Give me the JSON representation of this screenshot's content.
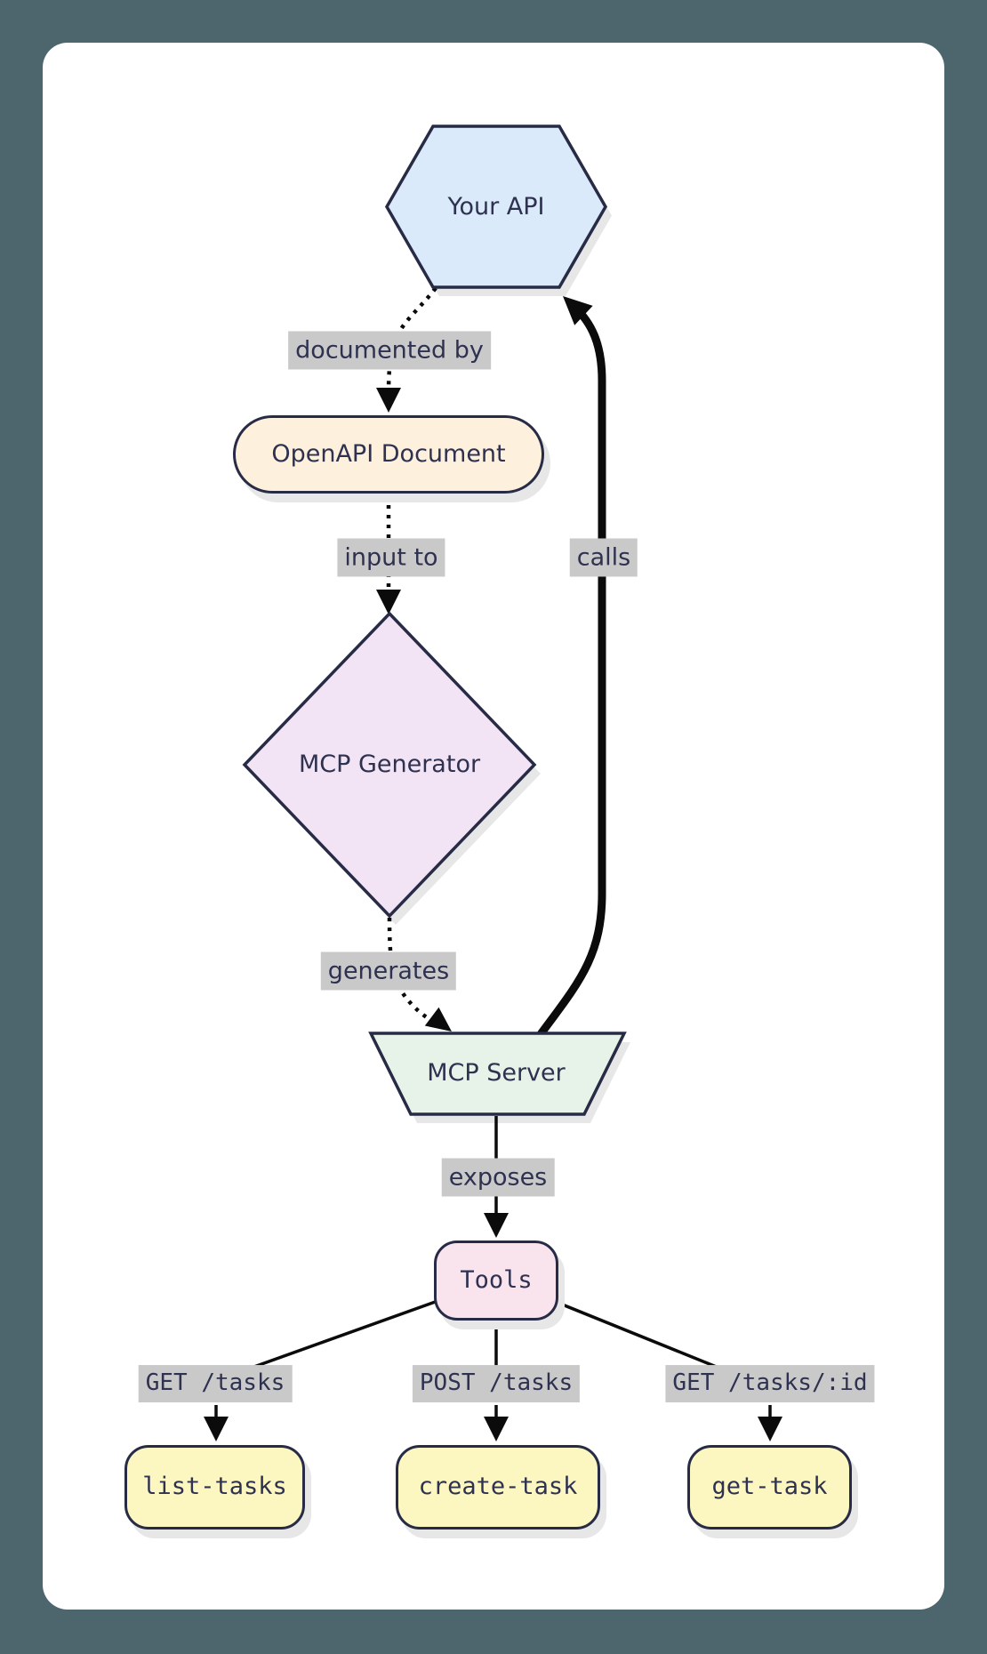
{
  "canvas": {
    "background": "#4d666d",
    "card_background": "#ffffff"
  },
  "palette": {
    "node_border": "#272b45",
    "node_text": "#2e3150",
    "edge_stroke": "#0b0b0b",
    "edge_label_bg": "#c9c9c9",
    "shadow": "#e7e7e7"
  },
  "nodes": {
    "your_api": {
      "label": "Your API",
      "shape": "hexagon",
      "fill": "#daeafa"
    },
    "openapi_document": {
      "label": "OpenAPI Document",
      "shape": "stadium",
      "fill": "#fdf0dc"
    },
    "mcp_generator": {
      "label": "MCP Generator",
      "shape": "diamond",
      "fill": "#f2e4f4"
    },
    "mcp_server": {
      "label": "MCP Server",
      "shape": "trapezoid",
      "fill": "#e7f3e8"
    },
    "tools": {
      "label": "Tools",
      "shape": "rounded",
      "fill": "#f9e4ee"
    },
    "list_tasks": {
      "label": "list-tasks",
      "shape": "rounded",
      "fill": "#fcf7c1"
    },
    "create_task": {
      "label": "create-task",
      "shape": "rounded",
      "fill": "#fcf7c1"
    },
    "get_task": {
      "label": "get-task",
      "shape": "rounded",
      "fill": "#fcf7c1"
    }
  },
  "edges": {
    "documented_by": {
      "label": "documented by",
      "style": "dotted",
      "from": "your_api",
      "to": "openapi_document"
    },
    "input_to": {
      "label": "input to",
      "style": "dotted",
      "from": "openapi_document",
      "to": "mcp_generator"
    },
    "generates": {
      "label": "generates",
      "style": "dotted",
      "from": "mcp_generator",
      "to": "mcp_server"
    },
    "calls": {
      "label": "calls",
      "style": "thick",
      "from": "mcp_server",
      "to": "your_api"
    },
    "exposes": {
      "label": "exposes",
      "style": "solid",
      "from": "mcp_server",
      "to": "tools"
    },
    "get_tasks": {
      "label": "GET /tasks",
      "style": "solid",
      "from": "tools",
      "to": "list_tasks"
    },
    "post_tasks": {
      "label": "POST /tasks",
      "style": "solid",
      "from": "tools",
      "to": "create_task"
    },
    "get_tasks_id": {
      "label": "GET /tasks/:id",
      "style": "solid",
      "from": "tools",
      "to": "get_task"
    }
  }
}
